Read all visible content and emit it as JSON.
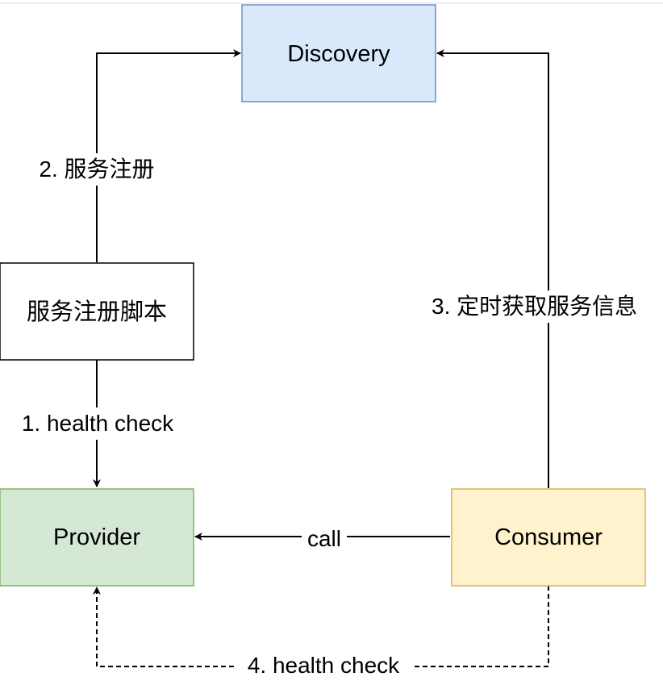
{
  "nodes": {
    "discovery": {
      "label": "Discovery",
      "fill": "#dae8fc",
      "stroke": "#6c8ebf"
    },
    "script": {
      "label": "服务注册脚本",
      "fill": "#ffffff",
      "stroke": "#000000"
    },
    "provider": {
      "label": "Provider",
      "fill": "#d5e8d4",
      "stroke": "#82b366"
    },
    "consumer": {
      "label": "Consumer",
      "fill": "#fff2cc",
      "stroke": "#d6b656"
    }
  },
  "edges": {
    "register": {
      "label": "2. 服务注册"
    },
    "health_check_script": {
      "label": "1. health check"
    },
    "fetch_info": {
      "label": "3. 定时获取服务信息"
    },
    "call": {
      "label": "call"
    },
    "health_check_consumer": {
      "label": "4. health check",
      "style": "dashed"
    }
  }
}
